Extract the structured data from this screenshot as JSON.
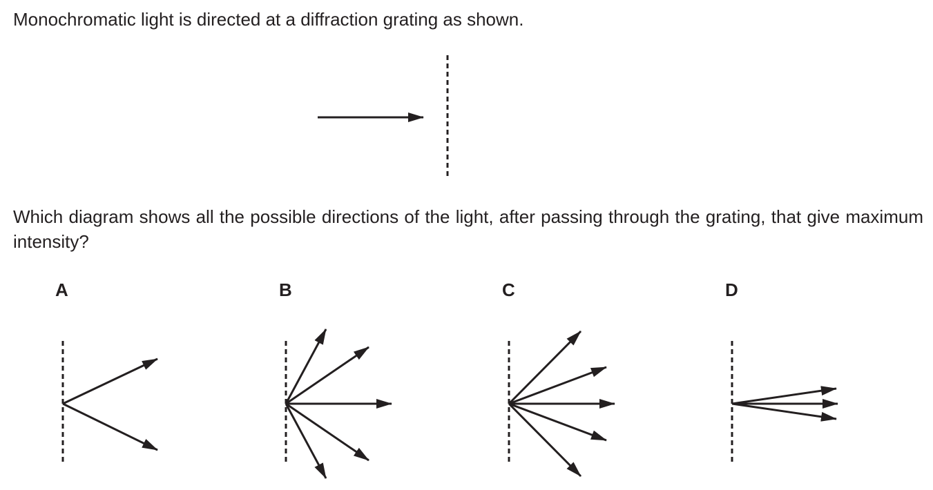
{
  "question": {
    "intro": "Monochromatic light is directed at a diffraction grating as shown.",
    "prompt": "Which diagram shows all the possible directions of the light, after passing through the grating, that give maximum intensity?"
  },
  "options": [
    {
      "label": "A"
    },
    {
      "label": "B"
    },
    {
      "label": "C"
    },
    {
      "label": "D"
    }
  ],
  "colors": {
    "ink": "#231f20",
    "background": "#ffffff"
  }
}
